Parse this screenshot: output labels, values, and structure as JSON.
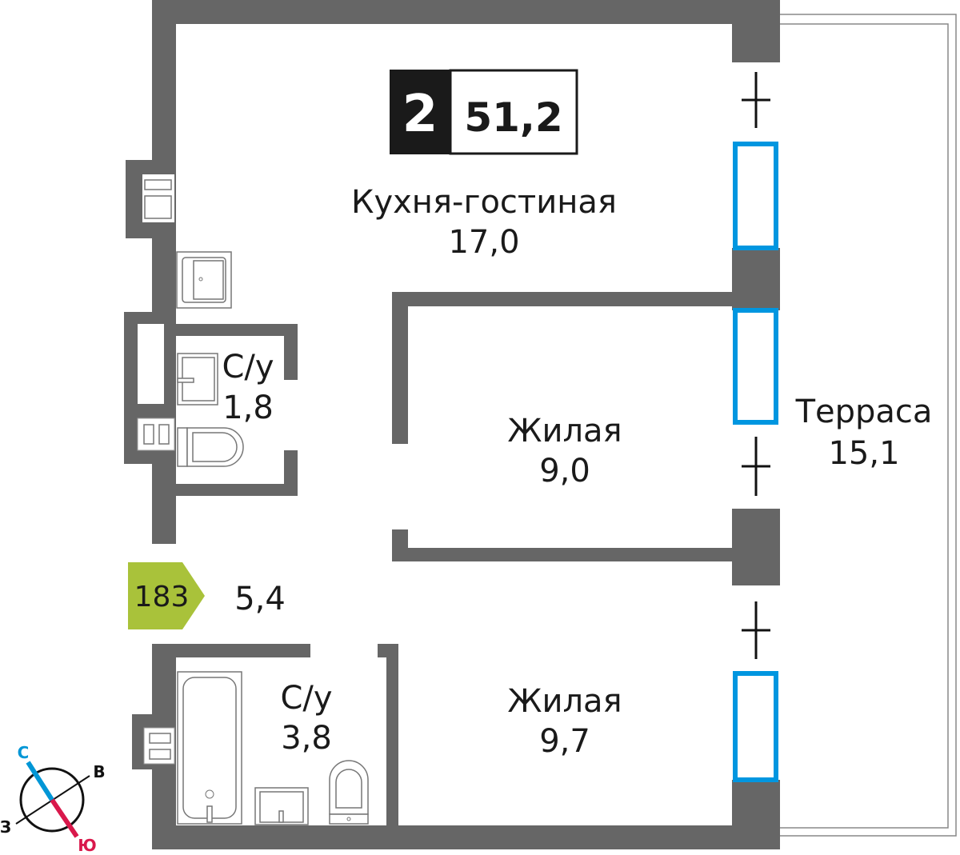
{
  "plan": {
    "rooms_count": "2",
    "total_area": "51,2",
    "apartment_number": "183",
    "rooms": [
      {
        "name": "Кухня-гостиная",
        "area": "17,0"
      },
      {
        "name": "С/у",
        "area": "1,8"
      },
      {
        "name": "Жилая",
        "area": "9,0"
      },
      {
        "name": "Терраса",
        "area": "15,1"
      },
      {
        "name": "",
        "area": "5,4"
      },
      {
        "name": "С/у",
        "area": "3,8"
      },
      {
        "name": "Жилая",
        "area": "9,7"
      }
    ]
  },
  "compass": {
    "north": "С",
    "east": "В",
    "west": "З",
    "south": "Ю"
  },
  "colors": {
    "wall": "#666666",
    "window": "#0096e0",
    "badge": "#a9c23a",
    "north": "#0096d6",
    "south": "#d9184b"
  }
}
